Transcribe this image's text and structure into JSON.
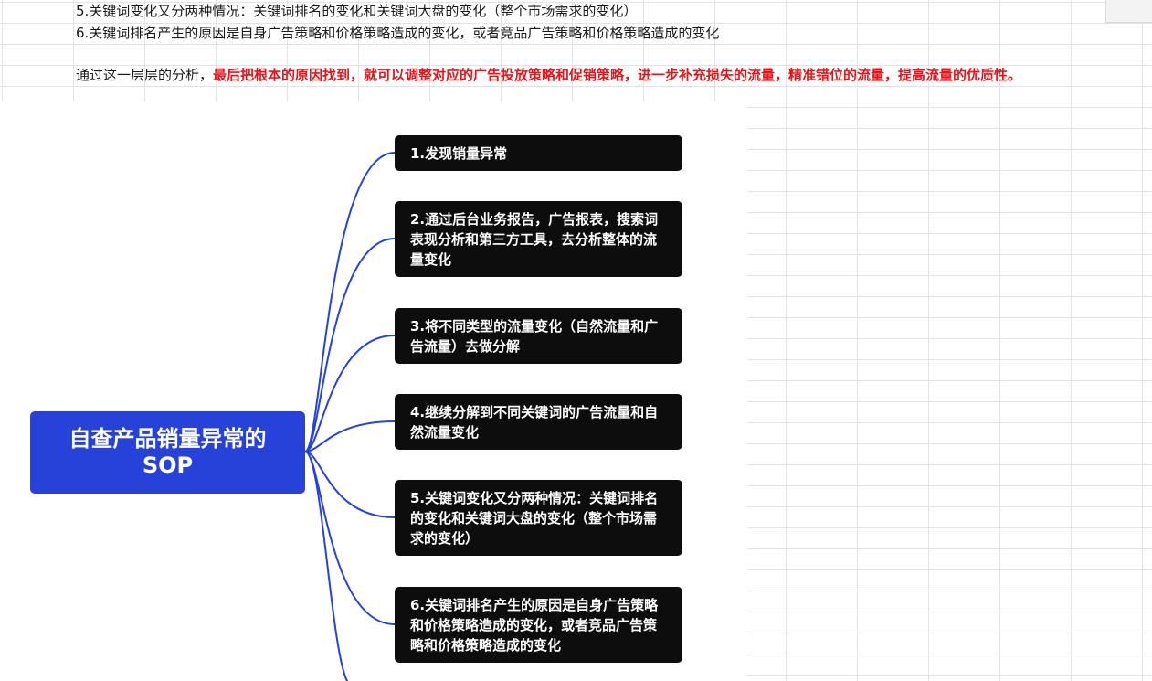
{
  "notes": {
    "line1": "5.关键词变化又分两种情况：关键词排名的变化和关键词大盘的变化（整个市场需求的变化）",
    "line2": "6.关键词排名产生的原因是自身广告策略和价格策略造成的变化，或者竞品广告策略和价格策略造成的变化",
    "line3_prefix": "通过这一层层的分析，",
    "line3_highlight": "最后把根本的原因找到，就可以调整对应的广告投放策略和促销策略，进一步补充损失的流量，精准错位的流量，提高流量的优质性。"
  },
  "mindmap": {
    "root_line1": "自查产品销量异常的",
    "root_line2": "SOP",
    "children": [
      "1.发现销量异常",
      "2.通过后台业务报告，广告报表，搜索词表现分析和第三方工具，去分析整体的流量变化",
      "3.将不同类型的流量变化（自然流量和广告流量）去做分解",
      "4.继续分解到不同关键词的广告流量和自然流量变化",
      "5.关键词变化又分两种情况：关键词排名的变化和关键词大盘的变化（整个市场需求的变化）",
      "6.关键词排名产生的原因是自身广告策略和价格策略造成的变化，或者竞品广告策略和价格策略造成的变化"
    ]
  },
  "colors": {
    "root_bg": "#2642d9",
    "child_bg": "#0d0d0d",
    "connector": "#2642d9",
    "highlight": "#e8141b"
  }
}
